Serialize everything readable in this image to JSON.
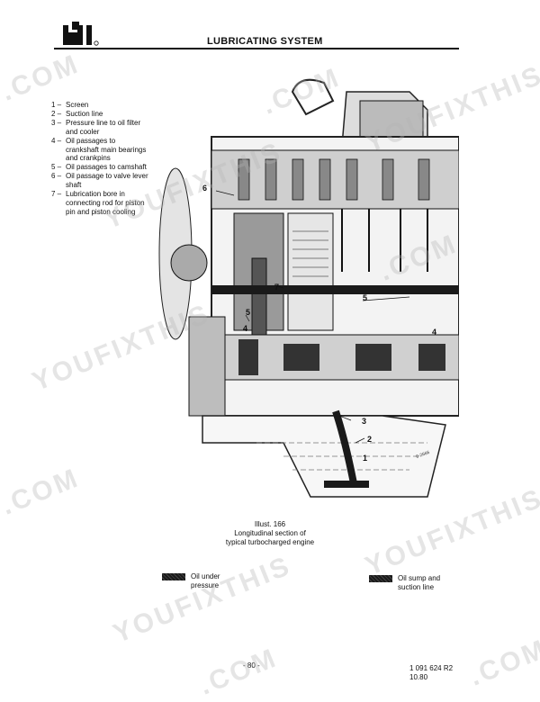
{
  "header": {
    "title": "LUBRICATING SYSTEM",
    "logo_icon": "ih-logo-icon"
  },
  "legend": [
    {
      "num": "1 –",
      "text": "Screen"
    },
    {
      "num": "2 –",
      "text": "Suction line"
    },
    {
      "num": "3 –",
      "text": "Pressure line to oil filter and cooler"
    },
    {
      "num": "4 –",
      "text": "Oil passages to crankshaft main bearings and crankpins"
    },
    {
      "num": "5 –",
      "text": "Oil passages to camshaft"
    },
    {
      "num": "6 –",
      "text": "Oil passage to valve lever shaft"
    },
    {
      "num": "7 –",
      "text": "Lubrication bore in connecting rod for piston pin and piston cooling"
    }
  ],
  "drawing": {
    "callouts": [
      "1",
      "2",
      "3",
      "4",
      "5",
      "6",
      "7"
    ],
    "drawing_code": "0-2666"
  },
  "caption": {
    "line1": "Illust. 166",
    "line2": "Longitudinal section of",
    "line3": "typical turbocharged engine"
  },
  "key": {
    "pressure_line1": "Oil under",
    "pressure_line2": "pressure",
    "sump_line1": "Oil sump and",
    "sump_line2": "suction line"
  },
  "footer": {
    "page": "- 80 -",
    "ref_line1": "1 091 624 R2",
    "ref_line2": "10.80"
  },
  "watermark": {
    "text_a": "YOUFIXTHIS",
    "text_b": ".COM"
  }
}
